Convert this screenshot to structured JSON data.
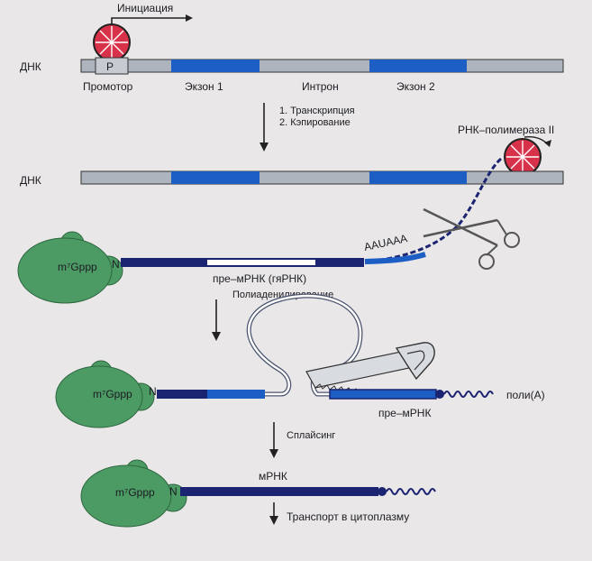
{
  "labels": {
    "initiation": "Инициация",
    "dna_1": "ДНК",
    "promoter_box": "P",
    "promoter": "Промотор",
    "exon1": "Экзон 1",
    "intron": "Интрон",
    "exon2": "Экзон 2",
    "step_transcription": "1. Транскрипция",
    "step_capping": "2. Кэпирование",
    "rna_pol": "РНК–полимераза II",
    "dna_2": "ДНК",
    "polya_signal": "AAUAAA",
    "cap_1": "m⁷Gppp",
    "cap_2": "m⁷Gppp",
    "cap_3": "m⁷Gppp",
    "n_1": "N",
    "n_2": "N",
    "n_3": "N",
    "pre_mrna_hnrna": "пре–мРНК (гяРНК)",
    "polyadenylation": "Полиаденилирование",
    "poly_a": "поли(A)",
    "pre_mrna": "пре–мРНК",
    "splicing": "Сплайсинг",
    "mrna": "мРНК",
    "transport": "Транспорт в цитоплазму"
  },
  "colors": {
    "background": "#e9e7e8",
    "dna_gray": "#aeb4be",
    "exon_blue": "#1d5ec4",
    "dark_navy": "#1b2470",
    "cap_green": "#4c9a64",
    "polymerase_red": "#d8324a",
    "loop_outline": "#4a5470",
    "text": "#1c1c22"
  },
  "icons": [
    "rna-polymerase-icon",
    "scissors-icon",
    "saw-icon",
    "cap-complex-icon",
    "arrow-down-icon"
  ]
}
